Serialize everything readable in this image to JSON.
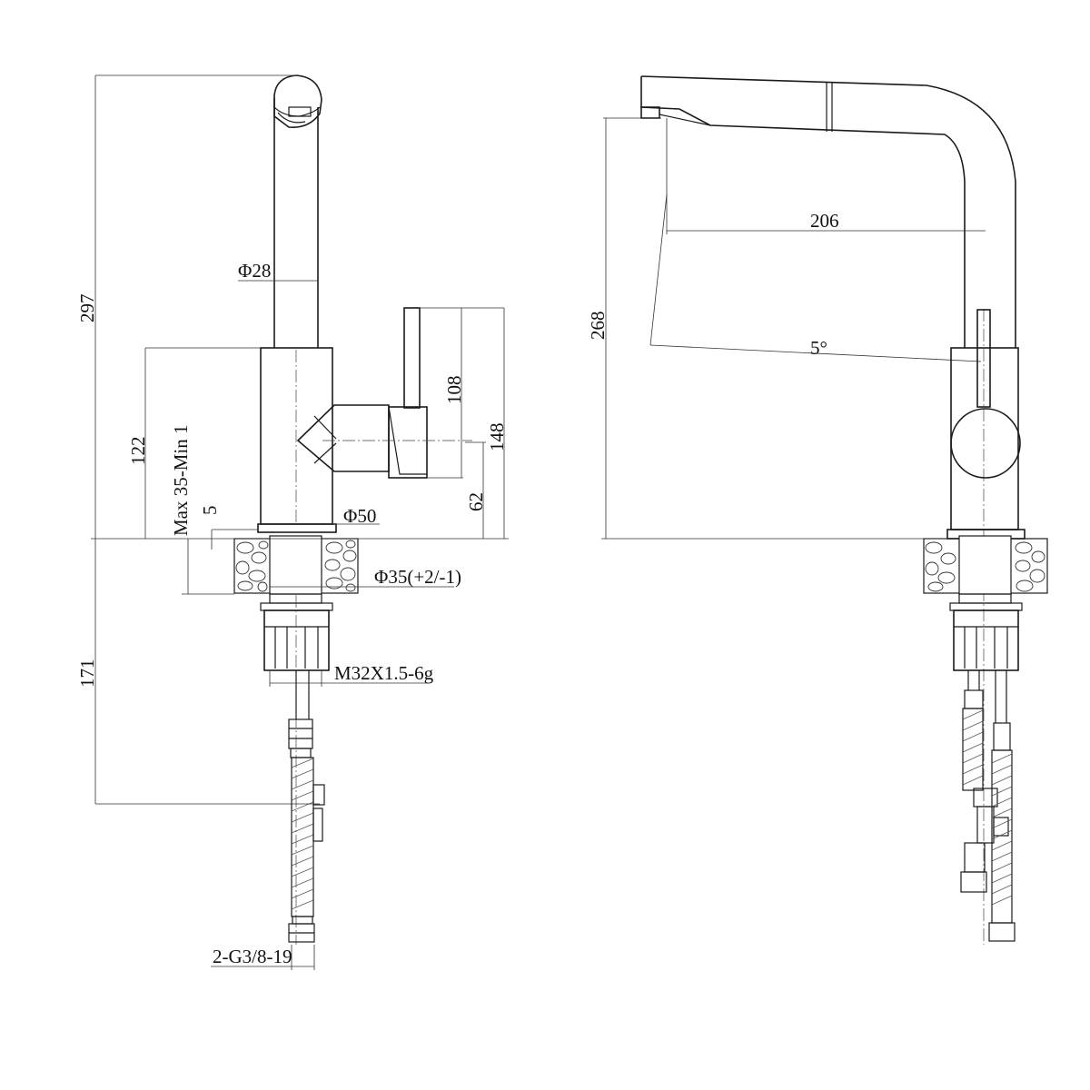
{
  "side_view": {
    "dim_total_height": "297",
    "dim_spout_diameter": "Φ28",
    "dim_body_height": "122",
    "dim_handle_length": "108",
    "dim_handle_height": "148",
    "dim_handle_axis": "62",
    "dim_deck_thickness": "Max 35-Min 1",
    "dim_gasket": "5",
    "dim_base_diameter": "Φ50",
    "dim_hole_diameter": "Φ35(+2/-1)",
    "dim_thread": "M32X1.5-6g",
    "dim_below_deck": "171",
    "dim_hose_connection": "2-G3/8-19"
  },
  "front_view": {
    "dim_spout_height": "268",
    "dim_spout_reach": "206",
    "dim_swivel_angle": "5°"
  }
}
